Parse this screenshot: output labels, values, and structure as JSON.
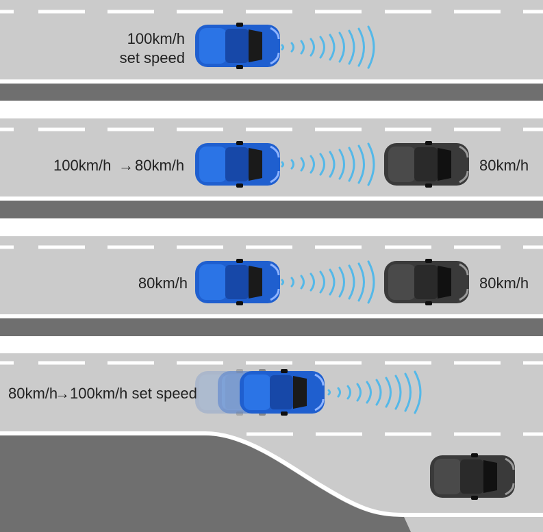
{
  "colors": {
    "road": "#cbcbcb",
    "shoulder": "#6f6f6f",
    "lane_marking": "#ffffff",
    "own_car": "#1f5fcf",
    "lead_car": "#3a3a3a",
    "radar": "#54b8e8",
    "text": "#222222"
  },
  "scenes": [
    {
      "label_lines": [
        "100km/h",
        "set speed"
      ],
      "lead_vehicle_label": "",
      "lead_vehicle_present": true
    },
    {
      "label_lines": [
        "100km/h",
        "→",
        "80km/h"
      ],
      "lead_vehicle_label": "80km/h",
      "lead_vehicle_present": true
    },
    {
      "label_lines": [
        "80km/h"
      ],
      "lead_vehicle_label": "80km/h",
      "lead_vehicle_present": true
    },
    {
      "label_lines": [
        "80km/h",
        "→",
        "100km/h set speed"
      ],
      "lead_vehicle_label": "",
      "lead_vehicle_present": true,
      "lead_vehicle_changes_lane": true
    }
  ],
  "icons": {
    "own_car": "blue-car-icon",
    "lead_car": "dark-car-icon",
    "radar": "radar-waves-icon",
    "arrow": "arrow-right-icon"
  }
}
